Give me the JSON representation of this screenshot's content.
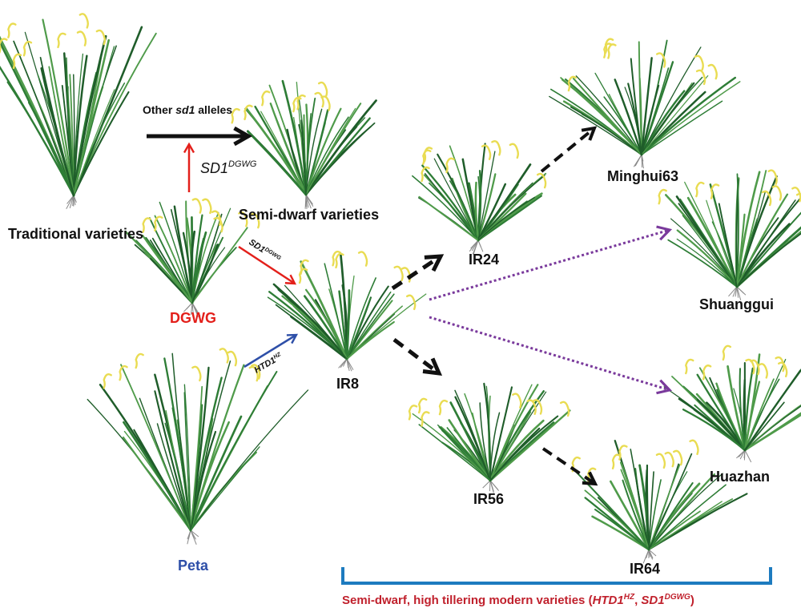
{
  "colors": {
    "leaf_dark": "#1f5d2a",
    "leaf": "#2e7d36",
    "leaf_light": "#4f9b4a",
    "panicle": "#e9dc52",
    "root": "#8a8a8a",
    "arrow_red": "#e3201b",
    "arrow_blue": "#2e4fa8",
    "arrow_black": "#111111",
    "arrow_purple": "#7a3a9c",
    "bracket_blue": "#1d7bbf",
    "modern_text": "#c0202c",
    "dgwg_text": "#e3201b",
    "peta_text": "#2e4fa8"
  },
  "labels": {
    "traditional": "Traditional varieties",
    "semidwarf": "Semi-dwarf varieties",
    "dgwg": "DGWG",
    "peta": "Peta",
    "ir8": "IR8",
    "ir24": "IR24",
    "ir56": "IR56",
    "ir64": "IR64",
    "minghui63": "Minghui63",
    "shuanggui": "Shuanggui",
    "huazhan": "Huazhan"
  },
  "arrows": {
    "other_prefix": "Other ",
    "other_italic": "sd1",
    "other_suffix": " alleles",
    "sd1_base": "SD1",
    "sd1_sup": "DGWG",
    "htd1_base": "HTD1",
    "htd1_sup": "HZ"
  },
  "modern": {
    "prefix": "Semi-dwarf, high tillering modern varieties (",
    "g1_base": "HTD1",
    "g1_sup": "HZ",
    "sep": ", ",
    "g2_base": "SD1",
    "g2_sup": "DGWG",
    "suffix": ")"
  }
}
